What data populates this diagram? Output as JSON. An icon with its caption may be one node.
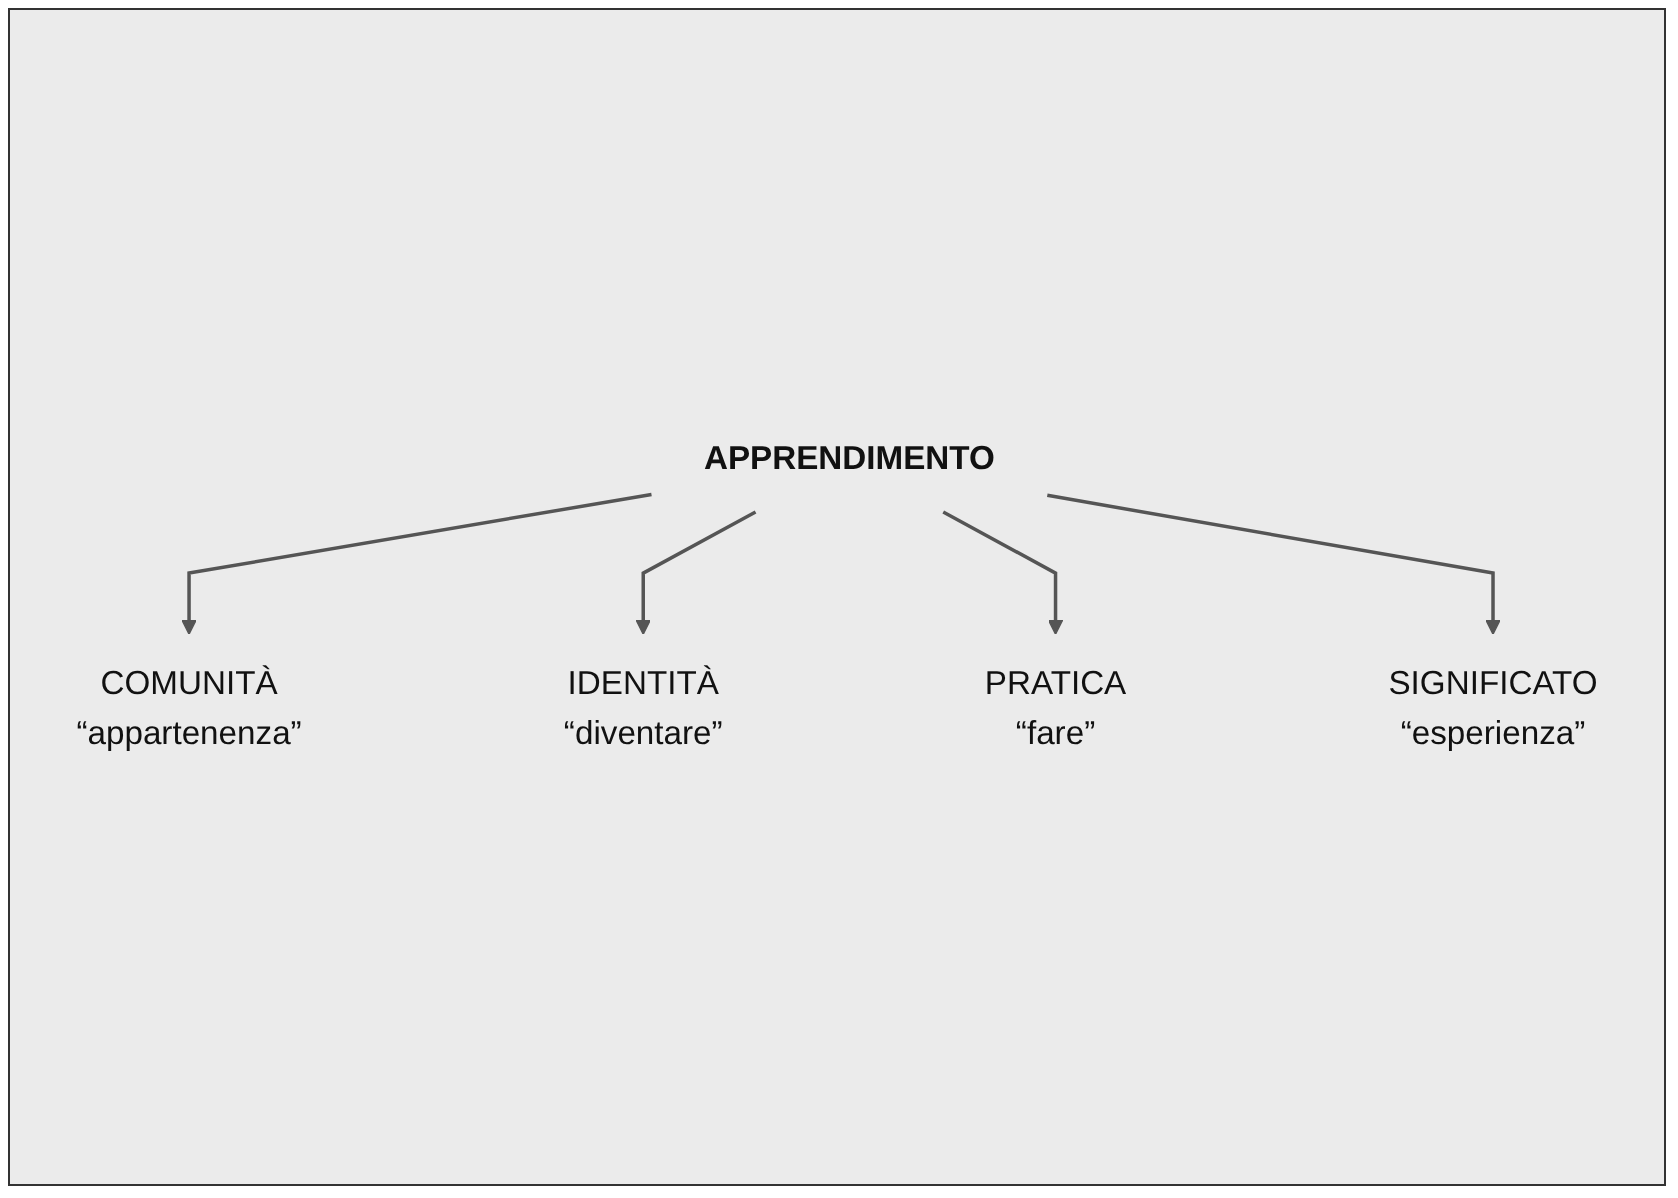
{
  "diagram": {
    "nodes": [
      {
        "text": [
          "COMUNITÀ",
          "“appartenenza”"
        ]
      },
      {
        "text": [
          "IDENTITÀ",
          "“diventare”"
        ]
      },
      {
        "text": [
          "PRATICA",
          "“fare”"
        ]
      },
      {
        "text": [
          "APPRENDIMENTO"
        ]
      },
      {
        "text": [
          "SIGNIFICATO",
          "“esperienza”"
        ]
      }
    ],
    "edges": [
      {
        "from": 3,
        "to": 0,
        "arrow": "to"
      },
      {
        "from": 3,
        "to": 1,
        "arrow": "to"
      },
      {
        "from": 3,
        "to": 2,
        "arrow": "to"
      },
      {
        "from": 3,
        "to": 4,
        "arrow": "to"
      }
    ]
  }
}
